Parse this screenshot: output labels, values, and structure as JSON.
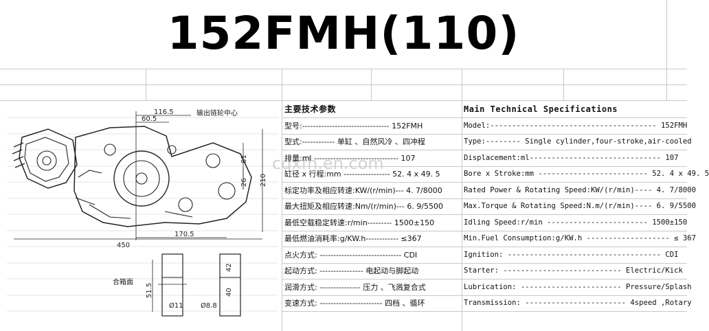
{
  "title": "152FMH(110)",
  "watermark": "cqxfh.en.com",
  "drawing": {
    "dims": [
      "116.5",
      "60.5",
      "81",
      "26",
      "210",
      "170.5",
      "450",
      "42",
      "40",
      "51.5",
      "Ø11",
      "Ø8.8"
    ],
    "label_output_center": "输出链轮中心",
    "label_case_face": "合箱面"
  },
  "specs_cn": {
    "heading": "主要技术参数",
    "rows": [
      "型号:-------------------------------- 152FMH",
      "型式:------------ 单缸 、自然风冷 、四冲程",
      "排量:ml ------------------------------- 107",
      "缸径 x 行程:mm ----------------- 52. 4 x 49. 5",
      "标定功率及相应转速:KW/(r/min)--- 4. 7/8000",
      "最大扭矩及相应转速:Nm/(r/min)--- 6. 9/5500",
      "最低空载稳定转速:r/min--------- 1500±150",
      "最低燃油消耗率:g/KW.h------------ ≤367",
      "点火方式: ------------------------------ CDI",
      "起动方式: ---------------- 电起动与脚起动",
      "润滑方式: --------------- 压力 、飞溅复合式",
      "变速方式: ----------------------- 四档 、循环"
    ]
  },
  "specs_en": {
    "heading": "Main Technical Specifications",
    "rows": [
      "Model:--------------------------------------  152FMH",
      "Type:-------- Single cylinder,four-stroke,air-cooled",
      "Displacement:ml------------------------------ 107",
      "Bore x Stroke:mm ------------------------- 52. 4 x 49. 5",
      "Rated Power & Rotating Speed:KW/(r/min)---- 4. 7/8000",
      "Max.Torque & Rotating Speed:N.m/(r/min)---- 6. 9/5500",
      "Idling Speed:r/min ----------------------- 1500±150",
      "Min.Fuel Consumption:g/KW.h -------------------  ≤ 367",
      "Ignition: ----------------------------------- CDI",
      "Starter: --------------------------- Electric/Kick",
      "Lubrication: ----------------------- Pressure/Splash",
      "Transmission: ----------------------- 4speed ,Rotary"
    ]
  },
  "colors": {
    "grid": "#c8c8c8",
    "text": "#111111",
    "watermark": "#b0b0b0"
  }
}
